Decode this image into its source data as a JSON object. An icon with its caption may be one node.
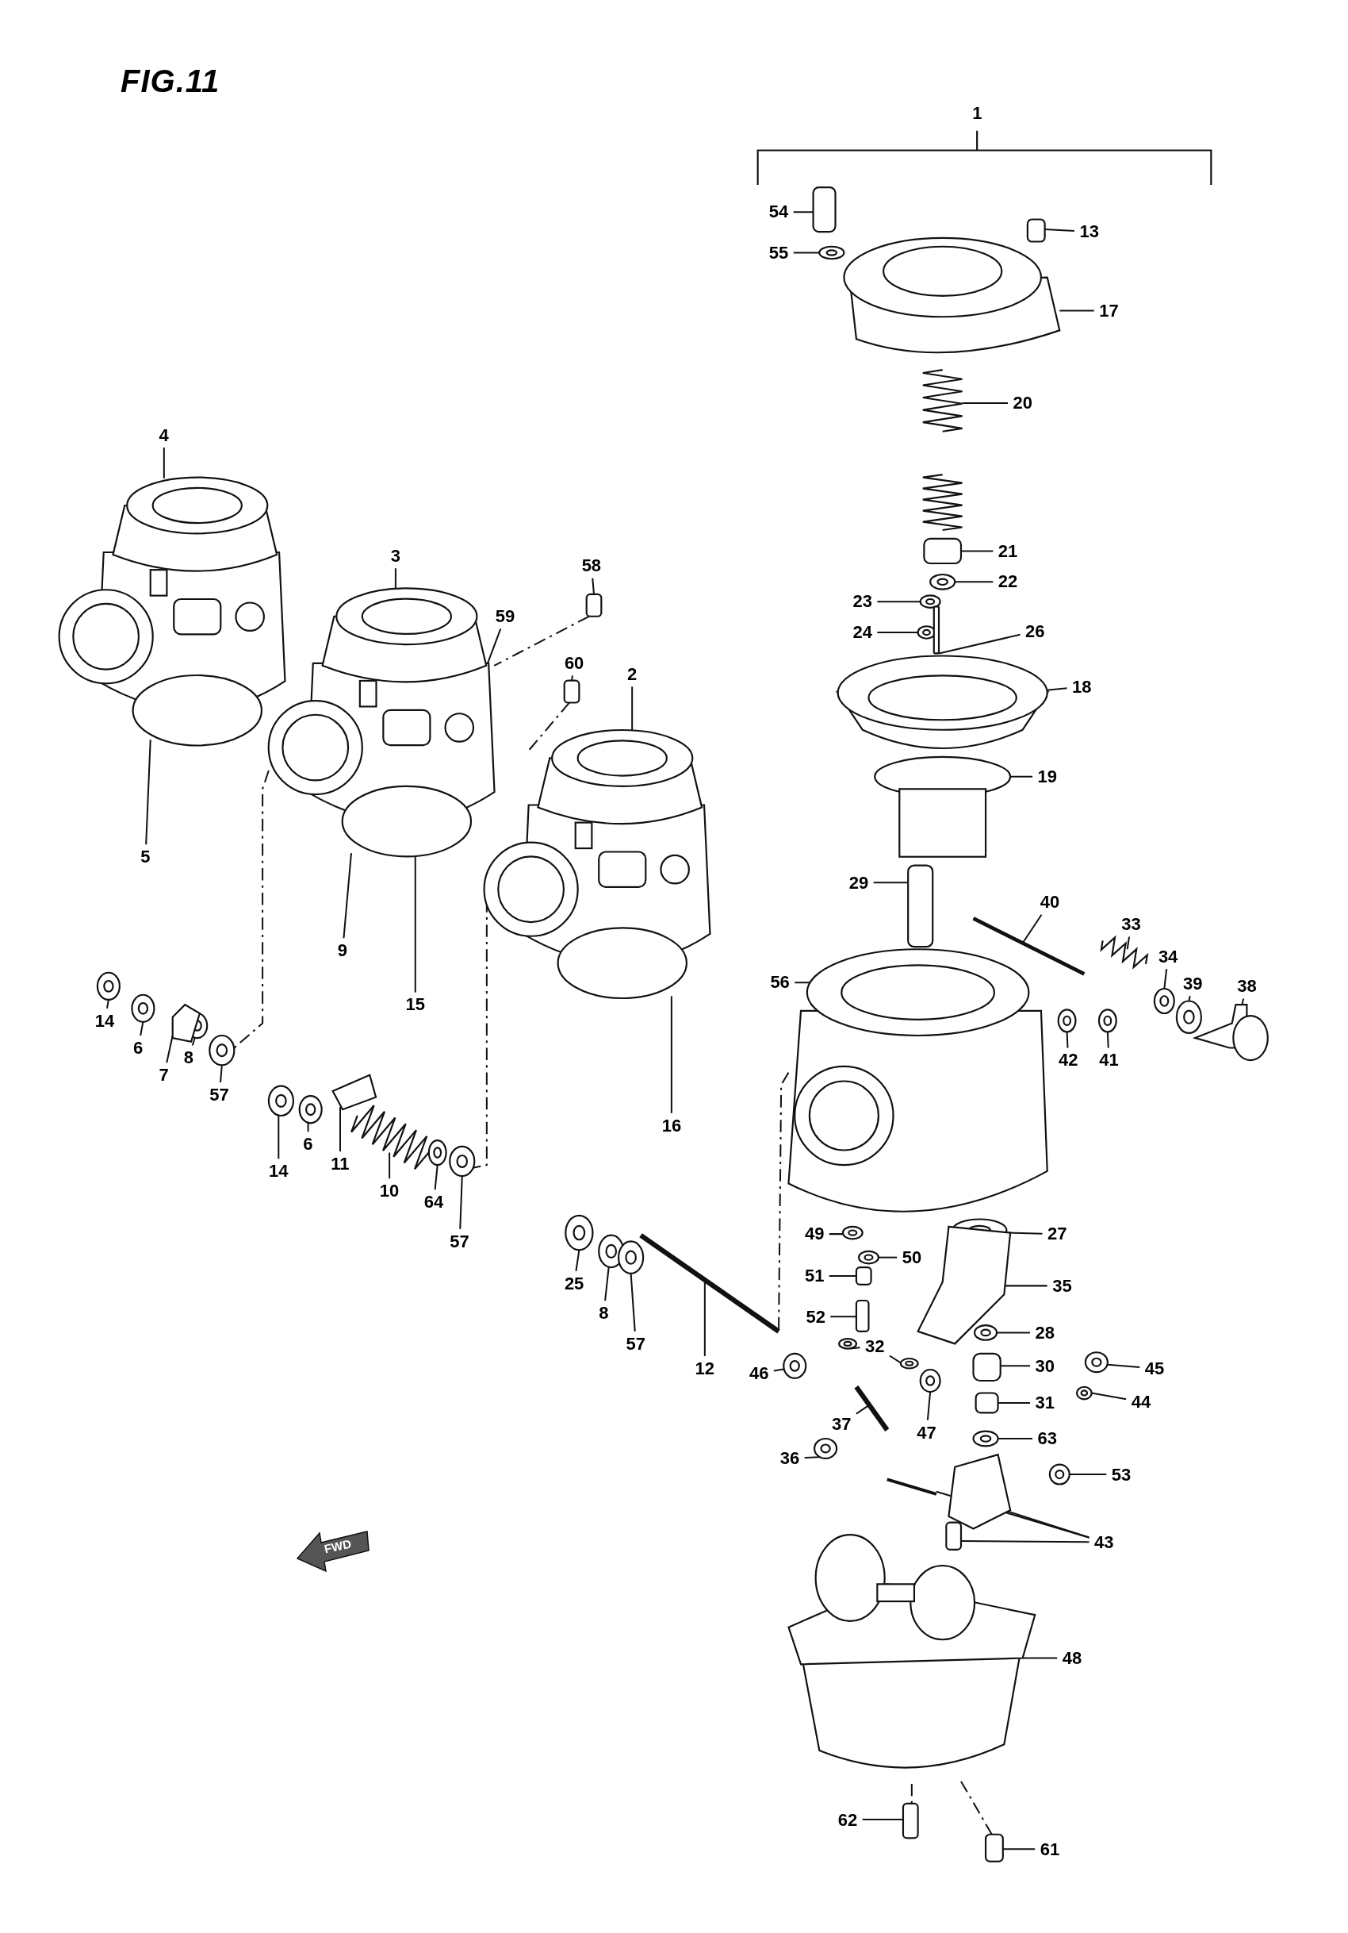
{
  "diagram": {
    "title": "FIG.11",
    "nodes": [
      {
        "text": [
          "54"
        ]
      },
      {
        "text": [
          "13"
        ]
      },
      {
        "text": [
          "55"
        ]
      },
      {
        "text": [
          "17"
        ]
      },
      {
        "text": [
          "20"
        ]
      },
      {
        "text": [
          "4"
        ]
      },
      {
        "text": [
          "21"
        ]
      },
      {
        "text": [
          "3"
        ]
      },
      {
        "text": [
          "58"
        ]
      },
      {
        "text": [
          "22"
        ]
      },
      {
        "text": [
          "23"
        ]
      },
      {
        "text": [
          "59"
        ]
      },
      {
        "text": [
          "24"
        ]
      },
      {
        "text": [
          "26"
        ]
      },
      {
        "text": [
          "60"
        ]
      },
      {
        "text": [
          "2"
        ]
      },
      {
        "text": [
          "18"
        ]
      },
      {
        "text": [
          "19"
        ]
      },
      {
        "text": [
          "5"
        ]
      },
      {
        "text": [
          "29"
        ]
      },
      {
        "text": [
          "40"
        ]
      },
      {
        "text": [
          "33"
        ]
      },
      {
        "text": [
          "9"
        ]
      },
      {
        "text": [
          "34"
        ]
      },
      {
        "text": [
          "56"
        ]
      },
      {
        "text": [
          "39"
        ]
      },
      {
        "text": [
          "38"
        ]
      },
      {
        "text": [
          "15"
        ]
      },
      {
        "text": [
          "14"
        ]
      },
      {
        "text": [
          "6"
        ]
      },
      {
        "text": [
          "8"
        ]
      },
      {
        "text": [
          "42"
        ]
      },
      {
        "text": [
          "41"
        ]
      },
      {
        "text": [
          "7"
        ]
      },
      {
        "text": [
          "57"
        ]
      },
      {
        "text": [
          "16"
        ]
      },
      {
        "text": [
          "6"
        ]
      },
      {
        "text": [
          "11"
        ]
      },
      {
        "text": [
          "14"
        ]
      },
      {
        "text": [
          "10"
        ]
      },
      {
        "text": [
          "64"
        ]
      },
      {
        "text": [
          "27"
        ]
      },
      {
        "text": [
          "49"
        ]
      },
      {
        "text": [
          "57"
        ]
      },
      {
        "text": [
          "50"
        ]
      },
      {
        "text": [
          "51"
        ]
      },
      {
        "text": [
          "25"
        ]
      },
      {
        "text": [
          "35"
        ]
      },
      {
        "text": [
          "8"
        ]
      },
      {
        "text": [
          "52"
        ]
      },
      {
        "text": [
          "28"
        ]
      },
      {
        "text": [
          "57"
        ]
      },
      {
        "text": [
          "32"
        ]
      },
      {
        "text": [
          "30"
        ]
      },
      {
        "text": [
          "12"
        ]
      },
      {
        "text": [
          "45"
        ]
      },
      {
        "text": [
          "46"
        ]
      },
      {
        "text": [
          "44"
        ]
      },
      {
        "text": [
          "31"
        ]
      },
      {
        "text": [
          "37"
        ]
      },
      {
        "text": [
          "47"
        ]
      },
      {
        "text": [
          "63"
        ]
      },
      {
        "text": [
          "36"
        ]
      },
      {
        "text": [
          "53"
        ]
      },
      {
        "text": [
          "43"
        ]
      },
      {
        "text": [
          "48"
        ]
      },
      {
        "text": [
          "62"
        ]
      },
      {
        "text": [
          "61"
        ]
      },
      {
        "text": [],
        "shape": "box"
      },
      {
        "text": [],
        "shape": "box"
      },
      {
        "text": [],
        "shape": "picture"
      },
      {
        "text": [],
        "shape": "picture"
      },
      {
        "text": [],
        "shape": "picture"
      },
      {
        "text": [],
        "shape": "picture"
      },
      {
        "text": [],
        "shape": "box"
      },
      {
        "text": [],
        "shape": "picture"
      },
      {
        "text": [],
        "shape": "box"
      },
      {
        "text": [],
        "shape": "picture"
      },
      {
        "text": [],
        "shape": "picture"
      },
      {
        "text": [],
        "shape": "picture"
      },
      {
        "text": [],
        "shape": "box"
      },
      {
        "text": [],
        "shape": "box"
      },
      {
        "text": [],
        "shape": "picture"
      },
      {
        "text": [],
        "shape": "picture"
      },
      {
        "text": [],
        "shape": "picture"
      },
      {
        "text": [],
        "shape": "box"
      },
      {
        "text": [],
        "shape": "picture"
      },
      {
        "text": [],
        "shape": "picture"
      },
      {
        "text": [],
        "shape": "picture"
      },
      {
        "text": [],
        "shape": "picture"
      },
      {
        "text": [],
        "shape": "picture"
      },
      {
        "text": [],
        "shape": "picture"
      },
      {
        "text": [],
        "shape": "picture"
      },
      {
        "text": [],
        "shape": "picture"
      },
      {
        "text": [],
        "shape": "picture"
      },
      {
        "text": [],
        "shape": "picture"
      },
      {
        "text": [],
        "shape": "picture"
      },
      {
        "text": [],
        "shape": "picture"
      },
      {
        "text": [],
        "shape": "picture"
      },
      {
        "text": [],
        "shape": "picture"
      },
      {
        "text": [],
        "shape": "picture"
      },
      {
        "text": [],
        "shape": "picture"
      },
      {
        "text": [],
        "shape": "picture"
      },
      {
        "text": [],
        "shape": "picture"
      },
      {
        "text": [],
        "shape": "picture"
      },
      {
        "text": [],
        "shape": "picture"
      },
      {
        "text": [],
        "shape": "picture"
      },
      {
        "text": [],
        "shape": "picture"
      },
      {
        "text": [],
        "shape": "box"
      },
      {
        "text": [],
        "shape": "picture"
      },
      {
        "text": [],
        "shape": "picture"
      },
      {
        "text": [],
        "shape": "picture"
      },
      {
        "text": [],
        "shape": "box"
      },
      {
        "text": [],
        "shape": "picture"
      },
      {
        "text": [],
        "shape": "picture"
      },
      {
        "text": [],
        "shape": "picture"
      },
      {
        "text": [],
        "shape": "picture"
      },
      {
        "text": [],
        "shape": "box"
      },
      {
        "text": [],
        "shape": "picture"
      },
      {
        "text": [],
        "shape": "picture"
      },
      {
        "text": [],
        "shape": "picture"
      },
      {
        "text": [],
        "shape": "picture"
      },
      {
        "text": [],
        "shape": "box"
      },
      {
        "text": [],
        "shape": "picture"
      },
      {
        "text": [],
        "shape": "picture"
      },
      {
        "text": [],
        "shape": "picture"
      },
      {
        "text": [],
        "shape": "picture"
      },
      {
        "text": [],
        "shape": "picture"
      },
      {
        "text": [],
        "shape": "picture"
      },
      {
        "text": [],
        "shape": "picture"
      },
      {
        "text": [],
        "shape": "box"
      },
      {
        "text": [],
        "shape": "picture"
      },
      {
        "text": [],
        "shape": "box"
      },
      {
        "text": [],
        "shape": "box"
      }
    ],
    "edges": [
      {
        "from": 0,
        "to": 68,
        "arrow": "none"
      },
      {
        "from": 1,
        "to": 69,
        "arrow": "none"
      },
      {
        "from": 2,
        "to": 70,
        "arrow": "none"
      },
      {
        "from": 3,
        "to": 71,
        "arrow": "none"
      },
      {
        "from": 4,
        "to": 72,
        "arrow": "none"
      },
      {
        "from": 5,
        "to": 73,
        "arrow": "none"
      },
      {
        "from": 6,
        "to": 74,
        "arrow": "none"
      },
      {
        "from": 7,
        "to": 75,
        "arrow": "none"
      },
      {
        "from": 8,
        "to": 76,
        "arrow": "none"
      },
      {
        "from": 9,
        "to": 77,
        "arrow": "none"
      },
      {
        "from": 10,
        "to": 78,
        "arrow": "none"
      },
      {
        "from": 11,
        "to": 75,
        "arrow": "none"
      },
      {
        "from": 12,
        "to": 79,
        "arrow": "none"
      },
      {
        "from": 13,
        "to": 80,
        "arrow": "none"
      },
      {
        "from": 14,
        "to": 81,
        "arrow": "none"
      },
      {
        "from": 15,
        "to": 82,
        "arrow": "none"
      },
      {
        "from": 16,
        "to": 83,
        "arrow": "none"
      },
      {
        "from": 17,
        "to": 84,
        "arrow": "none"
      },
      {
        "from": 18,
        "to": 73,
        "arrow": "none"
      },
      {
        "from": 19,
        "to": 85,
        "arrow": "none"
      },
      {
        "from": 20,
        "to": 86,
        "arrow": "none"
      },
      {
        "from": 21,
        "to": 87,
        "arrow": "none"
      },
      {
        "from": 22,
        "to": 75,
        "arrow": "none"
      },
      {
        "from": 23,
        "to": 88,
        "arrow": "none"
      },
      {
        "from": 24,
        "to": 89,
        "arrow": "none"
      },
      {
        "from": 25,
        "to": 90,
        "arrow": "none"
      },
      {
        "from": 26,
        "to": 91,
        "arrow": "none"
      },
      {
        "from": 27,
        "to": 75,
        "arrow": "none"
      },
      {
        "from": 28,
        "to": 92,
        "arrow": "none"
      },
      {
        "from": 29,
        "to": 93,
        "arrow": "none"
      },
      {
        "from": 30,
        "to": 94,
        "arrow": "none"
      },
      {
        "from": 31,
        "to": 95,
        "arrow": "none"
      },
      {
        "from": 32,
        "to": 96,
        "arrow": "none"
      },
      {
        "from": 33,
        "to": 97,
        "arrow": "none"
      },
      {
        "from": 34,
        "to": 98,
        "arrow": "none"
      },
      {
        "from": 35,
        "to": 82,
        "arrow": "none"
      },
      {
        "from": 36,
        "to": 99,
        "arrow": "none"
      },
      {
        "from": 37,
        "to": 100,
        "arrow": "none"
      },
      {
        "from": 38,
        "to": 101,
        "arrow": "none"
      },
      {
        "from": 39,
        "to": 102,
        "arrow": "none"
      },
      {
        "from": 40,
        "to": 103,
        "arrow": "none"
      },
      {
        "from": 41,
        "to": 104,
        "arrow": "none"
      },
      {
        "from": 42,
        "to": 105,
        "arrow": "none"
      },
      {
        "from": 43,
        "to": 106,
        "arrow": "none"
      },
      {
        "from": 44,
        "to": 107,
        "arrow": "none"
      },
      {
        "from": 45,
        "to": 108,
        "arrow": "none"
      },
      {
        "from": 46,
        "to": 109,
        "arrow": "none"
      },
      {
        "from": 47,
        "to": 110,
        "arrow": "none"
      },
      {
        "from": 48,
        "to": 111,
        "arrow": "none"
      },
      {
        "from": 49,
        "to": 112,
        "arrow": "none"
      },
      {
        "from": 50,
        "to": 113,
        "arrow": "none"
      },
      {
        "from": 51,
        "to": 114,
        "arrow": "none"
      },
      {
        "from": 52,
        "to": 115,
        "arrow": "none"
      },
      {
        "from": 52,
        "to": 116,
        "arrow": "none"
      },
      {
        "from": 53,
        "to": 117,
        "arrow": "none"
      },
      {
        "from": 54,
        "to": 118,
        "arrow": "none"
      },
      {
        "from": 55,
        "to": 119,
        "arrow": "none"
      },
      {
        "from": 56,
        "to": 120,
        "arrow": "none"
      },
      {
        "from": 57,
        "to": 121,
        "arrow": "none"
      },
      {
        "from": 58,
        "to": 122,
        "arrow": "none"
      },
      {
        "from": 59,
        "to": 123,
        "arrow": "none"
      },
      {
        "from": 60,
        "to": 124,
        "arrow": "none"
      },
      {
        "from": 61,
        "to": 125,
        "arrow": "none"
      },
      {
        "from": 62,
        "to": 126,
        "arrow": "none"
      },
      {
        "from": 63,
        "to": 127,
        "arrow": "none"
      },
      {
        "from": 64,
        "to": 128,
        "arrow": "none"
      },
      {
        "from": 64,
        "to": 129,
        "arrow": "none"
      },
      {
        "from": 64,
        "to": 130,
        "arrow": "none"
      },
      {
        "from": 65,
        "to": 131,
        "arrow": "none"
      },
      {
        "from": 66,
        "to": 132,
        "arrow": "none"
      },
      {
        "from": 67,
        "to": 133,
        "arrow": "none"
      },
      {
        "from": 75,
        "to": 98,
        "arrow": "none",
        "style": "dashed"
      },
      {
        "from": 82,
        "to": 106,
        "arrow": "none",
        "style": "dashed"
      },
      {
        "from": 81,
        "to": 82,
        "arrow": "none",
        "style": "dashed"
      },
      {
        "from": 76,
        "to": 75,
        "arrow": "none",
        "style": "dashed"
      },
      {
        "from": 89,
        "to": 118,
        "arrow": "none",
        "style": "dashed"
      },
      {
        "from": 131,
        "to": 132,
        "arrow": "none",
        "style": "dashed"
      },
      {
        "from": 131,
        "to": 133,
        "arrow": "none",
        "style": "dashed"
      }
    ],
    "labels": [
      "1",
      "FWD"
    ]
  }
}
